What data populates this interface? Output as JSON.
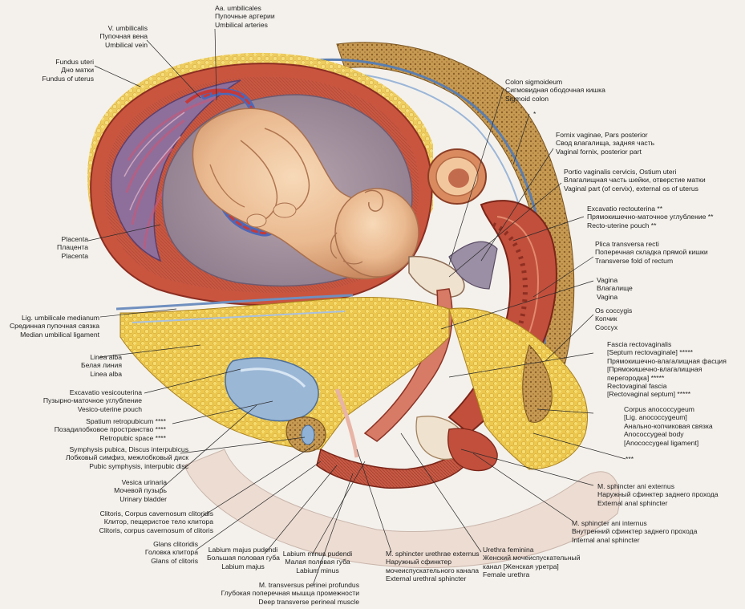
{
  "labels": {
    "umbilical_vein": [
      "V. umbilicalis",
      "Пупочная вена",
      "Umbilical vein"
    ],
    "umbilical_arteries": [
      "Aa. umbilicales",
      "Пупочные артерии",
      "Umbilical arteries"
    ],
    "fundus_uteri": [
      "Fundus uteri",
      "Дно матки",
      "Fundus of uterus"
    ],
    "colon_sigmoideum": [
      "Colon sigmoideum",
      "Сигмовидная ободочная кишка",
      "Sigmoid colon"
    ],
    "asterisk": "*",
    "fornix_vaginae": [
      "Fornix vaginae, Pars posterior",
      "Свод влагалища, задняя часть",
      "Vaginal fornix, posterior part"
    ],
    "portio_vaginalis": [
      "Portio vaginalis cervicis, Ostium uteri",
      "Влагалищная часть шейки, отверстие матки",
      "Vaginal part (of cervix), external os of uterus"
    ],
    "excavatio_rectouterina": [
      "Excavatio rectouterina **",
      "Прямокишечно-маточное углубление **",
      "Recto-uterine pouch **"
    ],
    "plica_transversa": [
      "Plica transversa recti",
      "Поперечная складка прямой кишки",
      "Transverse fold of rectum"
    ],
    "placenta": [
      "Placenta",
      "Плацента",
      "Placenta"
    ],
    "vagina": [
      "Vagina",
      "Влагалище",
      "Vagina"
    ],
    "lig_umbilicale": [
      "Lig. umbilicale medianum",
      "Срединная пупочная связка",
      "Median umbilical ligament"
    ],
    "os_coccygis": [
      "Os coccygis",
      "Копчик",
      "Coccyx"
    ],
    "fascia_rectovaginalis": [
      "Fascia rectovaginalis",
      "[Septum rectovaginale] *****",
      "Прямокишечно-влагалищная фасция",
      "[Прямокишечно-влагалищная",
      "перегородка] *****",
      "Rectovaginal fascia",
      "[Rectovaginal septum] *****"
    ],
    "linea_alba": [
      "Linea alba",
      "Белая линия",
      "Linea alba"
    ],
    "excavatio_vesicouterina": [
      "Excavatio vesicouterina",
      "Пузырно-маточное углубление",
      "Vesico-uterine pouch"
    ],
    "corpus_anococcygeum": [
      "Corpus anococcygeum",
      "[Lig. anococcygeum]",
      "Анально-копчиковая связка",
      "Anococcygeal body",
      "[Anococcygeal ligament]"
    ],
    "spatium_retropubicum": [
      "Spatium retropubicum ****",
      "Позадилобковое пространство ****",
      "Retropubic space ****"
    ],
    "symphysis": [
      "Symphysis pubica, Discus interpubicus",
      "Лобковый симфиз, межлобковый диск",
      "Pubic symphysis, interpubic disc"
    ],
    "triple_asterisk": "***",
    "vesica_urinaria": [
      "Vesica urinaria",
      "Мочевой пузырь",
      "Urinary bladder"
    ],
    "sphincter_ani_externus": [
      "M. sphincter ani externus",
      "Наружный сфинктер заднего прохода",
      "External anal sphincter"
    ],
    "clitoris": [
      "Clitoris, Corpus cavernosum clitoridis",
      "Клитор, пещеристое тело клитора",
      "Clitoris, corpus cavernosum of clitoris"
    ],
    "sphincter_ani_internus": [
      "M. sphincter ani internus",
      "Внутренний сфинктер заднего прохода",
      "Internal anal sphincter"
    ],
    "glans_clitoridis": [
      "Glans clitoridis",
      "Головка клитора",
      "Glans of clitoris"
    ],
    "labium_majus": [
      "Labium majus pudendi",
      "Большая половая губа",
      "Labium majus"
    ],
    "labium_minus": [
      "Labium minus pudendi",
      "Малая половая губа",
      "Labium minus"
    ],
    "sphincter_urethrae": [
      "M. sphincter urethrae externus",
      "Наружный сфинктер",
      "мочеиспускательного канала",
      "External urethral sphincter"
    ],
    "urethra_feminina": [
      "Urethra feminina",
      "Женский мочеиспускательный",
      "канал [Женская уретра]",
      "Female urethra"
    ],
    "transversus_perinei": [
      "M. transversus perinei profundus",
      "Глубокая поперечная мышца промежности",
      "Deep transverse perineal muscle"
    ]
  }
}
